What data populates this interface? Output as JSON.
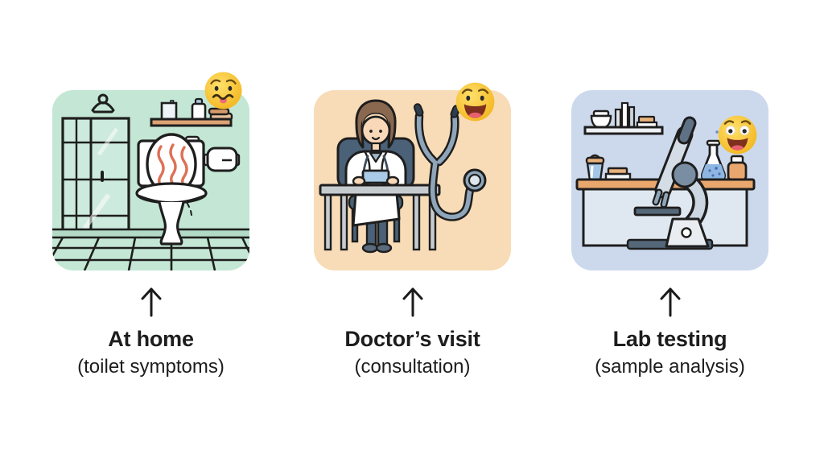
{
  "figure": {
    "background": "#ffffff",
    "text_color": "#1d1d1d",
    "arrow_glyph": "↑"
  },
  "steps": [
    {
      "title": "At home",
      "subtitle": "(toilet symptoms)",
      "panel_color": "#c3e7d4",
      "emoji_icon": "queasy-face-emoji",
      "scene": "bathroom-toilet-with-odor-squiggles"
    },
    {
      "title": "Doctor’s visit",
      "subtitle": "(consultation)",
      "panel_color": "#f8dcb7",
      "emoji_icon": "grinning-face-emoji",
      "scene": "doctor-at-desk-with-stethoscope"
    },
    {
      "title": "Lab testing",
      "subtitle": "(sample analysis)",
      "panel_color": "#ccd9ec",
      "emoji_icon": "excited-face-emoji",
      "scene": "lab-bench-with-microscope-and-flask"
    }
  ],
  "palette": {
    "outline": "#1e1e1e",
    "wood_shelf": "#dba273",
    "steam_red": "#dd7156",
    "chair_slate": "#4a6177",
    "desk_gray": "#c6cbd0",
    "stethoscope_tube": "#8fa6ba",
    "liquid_blue": "#8fb6e0",
    "bench_wood": "#e9a76e",
    "emoji_yellow": "#fdd23e"
  }
}
